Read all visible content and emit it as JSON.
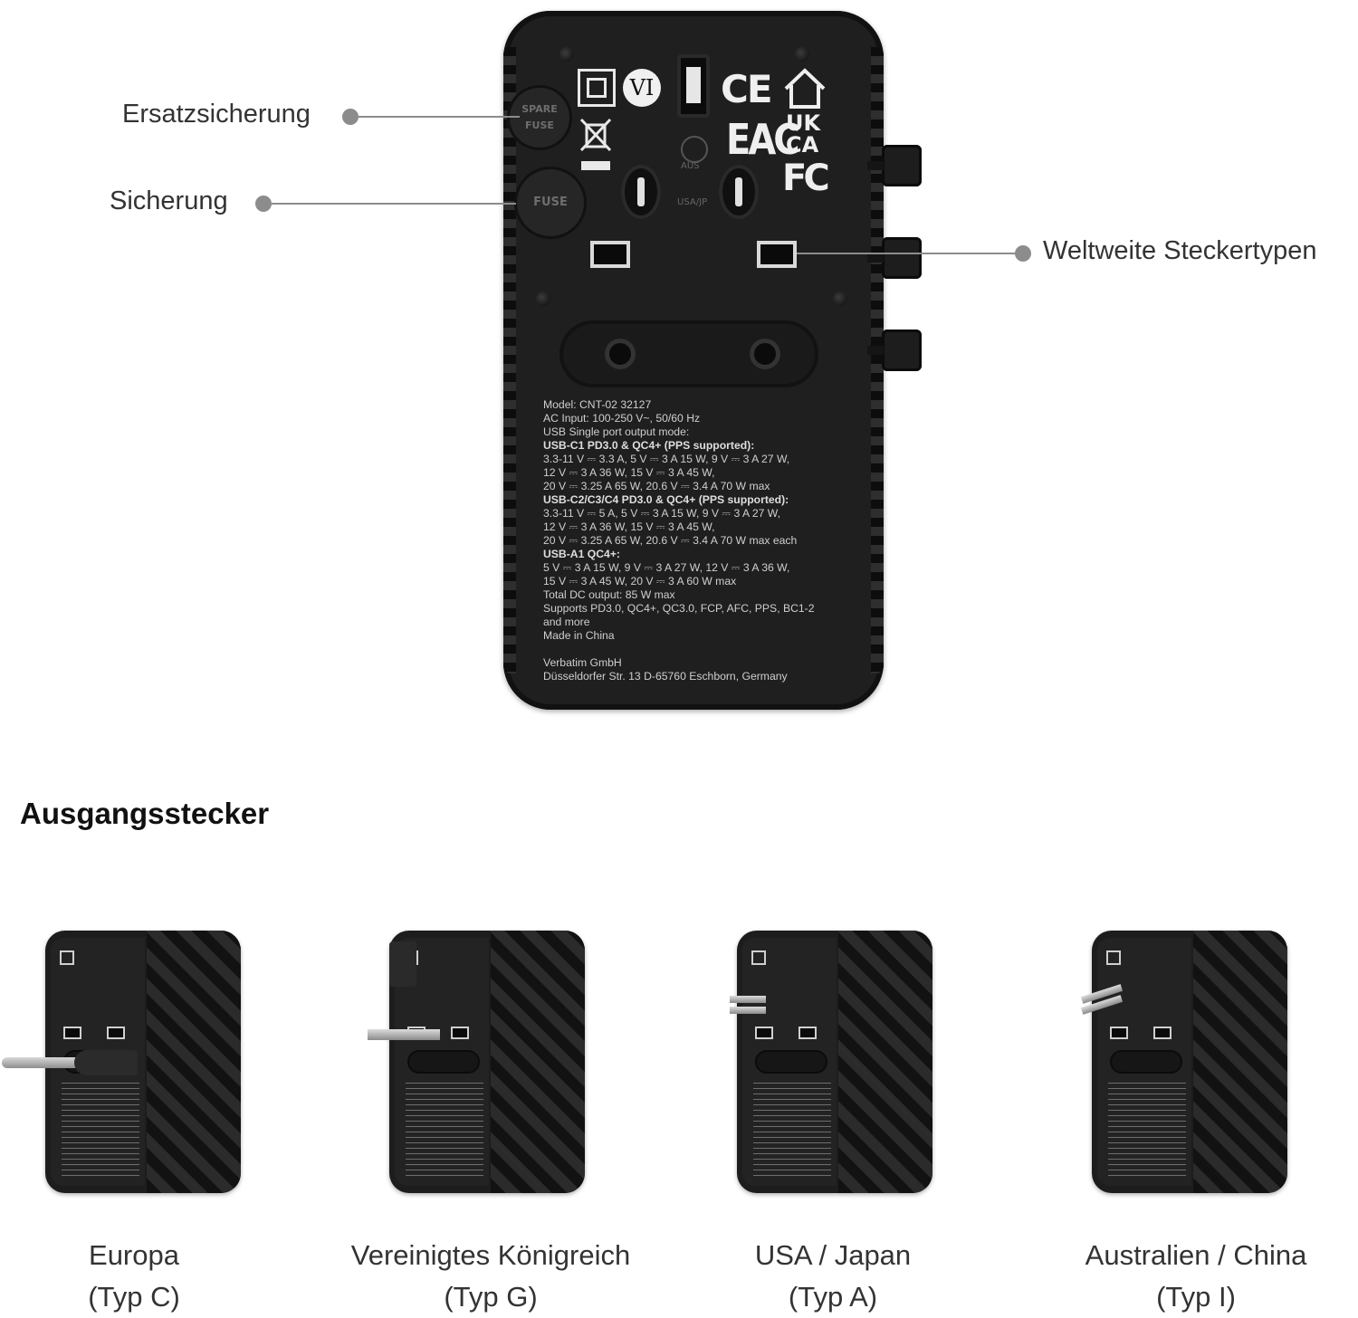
{
  "callouts": {
    "spare_fuse": "Ersatzsicherung",
    "fuse": "Sicherung",
    "plug_types": "Weltweite Steckertypen"
  },
  "device": {
    "spare_fuse_label_1": "SPARE",
    "spare_fuse_label_2": "FUSE",
    "fuse_label": "FUSE",
    "roman_label": "VI",
    "ce_mark": "CE",
    "eac_mark": "EAC",
    "ukca_line1": "UK",
    "ukca_line2": "CA",
    "fcc_mark": "FC",
    "aus_label": "AUS",
    "usa_jp_label": "USA/JP",
    "spec_lines": [
      {
        "text": "Model: CNT-02 32127",
        "bold": false
      },
      {
        "text": "AC Input: 100-250 V~, 50/60 Hz",
        "bold": false
      },
      {
        "text": "USB Single port output mode:",
        "bold": false
      },
      {
        "text": "USB-C1 PD3.0 & QC4+ (PPS supported):",
        "bold": true
      },
      {
        "text": "3.3-11 V ⎓ 3.3 A, 5 V ⎓ 3 A 15 W, 9 V ⎓ 3 A 27 W,",
        "bold": false
      },
      {
        "text": "12 V ⎓ 3 A 36 W, 15 V ⎓ 3 A 45 W,",
        "bold": false
      },
      {
        "text": "20 V ⎓ 3.25 A 65 W, 20.6 V ⎓ 3.4 A 70 W max",
        "bold": false
      },
      {
        "text": "USB-C2/C3/C4 PD3.0 & QC4+ (PPS supported):",
        "bold": true
      },
      {
        "text": "3.3-11 V ⎓ 5 A, 5 V ⎓ 3 A 15 W, 9 V ⎓ 3 A 27 W,",
        "bold": false
      },
      {
        "text": "12 V ⎓ 3 A 36 W, 15 V ⎓ 3 A 45 W,",
        "bold": false
      },
      {
        "text": "20 V ⎓ 3.25 A 65 W, 20.6 V ⎓ 3.4 A 70 W max each",
        "bold": false
      },
      {
        "text": "USB-A1 QC4+:",
        "bold": true
      },
      {
        "text": "5 V ⎓ 3 A 15 W, 9 V ⎓ 3 A 27 W, 12 V ⎓ 3 A 36 W,",
        "bold": false
      },
      {
        "text": "15 V ⎓ 3 A 45 W, 20 V ⎓ 3 A 60 W max",
        "bold": false
      },
      {
        "text": "Total DC output: 85 W max",
        "bold": false
      },
      {
        "text": "Supports PD3.0, QC4+, QC3.0, FCP, AFC, PPS, BC1-2",
        "bold": false
      },
      {
        "text": "and more",
        "bold": false
      },
      {
        "text": "Made in China",
        "bold": false
      },
      {
        "text": "",
        "bold": false
      },
      {
        "text": "Verbatim GmbH",
        "bold": false
      },
      {
        "text": "Düsseldorfer Str. 13 D-65760 Eschborn, Germany",
        "bold": false
      }
    ]
  },
  "section": {
    "title": "Ausgangsstecker",
    "plugs": [
      {
        "name": "Europa",
        "type": "(Typ C)"
      },
      {
        "name": "Vereinigtes Königreich",
        "type": "(Typ G)"
      },
      {
        "name": "USA / Japan",
        "type": "(Typ A)"
      },
      {
        "name": "Australien / China",
        "type": "(Typ I)"
      }
    ]
  }
}
